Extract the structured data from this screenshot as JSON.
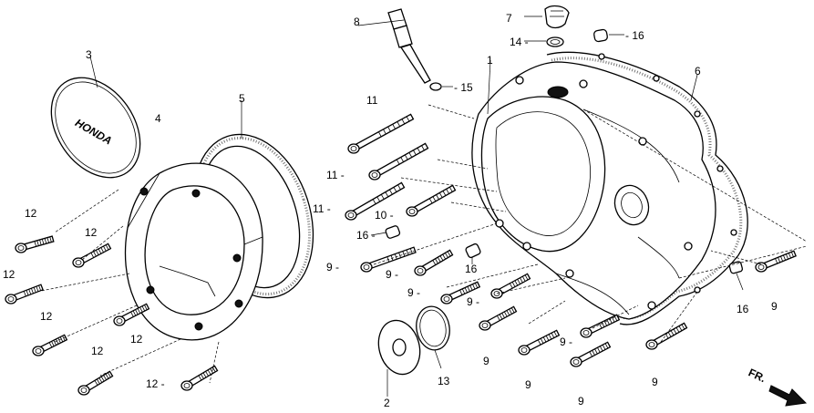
{
  "callouts": {
    "c1": "1",
    "c2": "2",
    "c3": "3",
    "c4": "4",
    "c5": "5",
    "c6": "6",
    "c7": "7",
    "c8": "8",
    "c9a": "9 -",
    "c9b": "9 -",
    "c9c": "9 -",
    "c9d": "9 -",
    "c9e": "9",
    "c9f": "9",
    "c9g": "9",
    "c9h": "9",
    "c9i": "9",
    "c9j": "9 -",
    "c10": "10 -",
    "c11a": "11",
    "c11b": "11 -",
    "c11c": "11 -",
    "c12a": "12",
    "c12b": "12",
    "c12c": "12",
    "c12d": "12",
    "c12e": "12",
    "c12f": "12",
    "c12g": "12 -",
    "c13": "13",
    "c14": "14 -",
    "c15": "- 15",
    "c16a": "- 16",
    "c16b": "16 -",
    "c16c": "16",
    "c16d": "16"
  },
  "cover_logo_text": "HONDA",
  "direction_label": "FR."
}
